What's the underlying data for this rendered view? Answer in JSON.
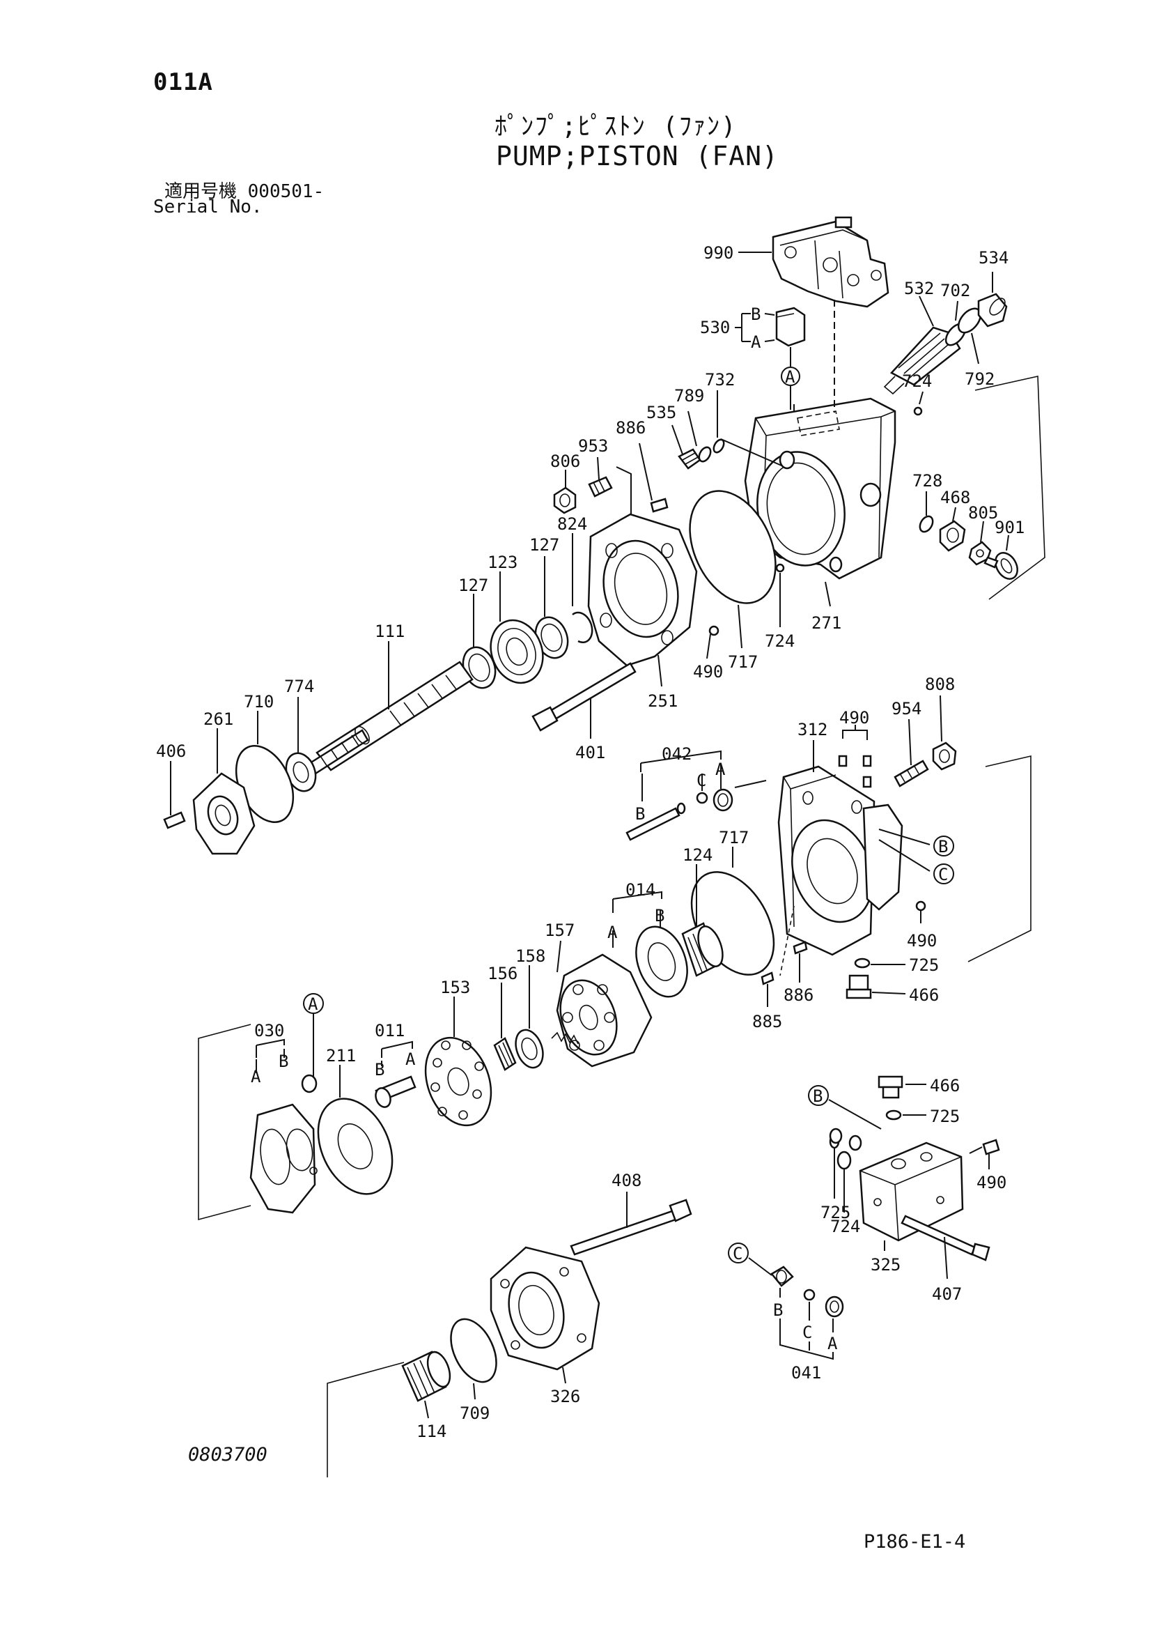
{
  "header": {
    "code": "011A",
    "title_jp": "ﾎﾟﾝﾌﾟ;ﾋﾟｽﾄﾝ (ﾌｧﾝ)",
    "title_en": "PUMP;PISTON (FAN)",
    "serial_jp": "適用号機  000501-",
    "serial_en": "Serial No."
  },
  "footer": {
    "drawing_no": "0803700",
    "page_ref": "P186-E1-4"
  },
  "labels": {
    "p990": "990",
    "p534": "534",
    "p702": "702",
    "p532": "532",
    "p530": "530",
    "p792": "792",
    "p724a": "724",
    "p732": "732",
    "p789": "789",
    "p535": "535",
    "p886a": "886",
    "p953": "953",
    "p806": "806",
    "p824": "824",
    "p728": "728",
    "p468": "468",
    "p805": "805",
    "p901": "901",
    "p127a": "127",
    "p123": "123",
    "p127b": "127",
    "p111": "111",
    "p271": "271",
    "p724b": "724",
    "p490a": "490",
    "p717a": "717",
    "p251": "251",
    "p774": "774",
    "p710": "710",
    "p261": "261",
    "p406": "406",
    "p401": "401",
    "p808": "808",
    "p954": "954",
    "p490b": "490",
    "p312": "312",
    "p042": "042",
    "p717b": "717",
    "p124": "124",
    "p490c": "490",
    "p725a": "725",
    "p466a": "466",
    "p014": "014",
    "p157": "157",
    "p158": "158",
    "p156": "156",
    "p153": "153",
    "p886b": "886",
    "p885": "885",
    "p030": "030",
    "p011": "011",
    "p211": "211",
    "p466b": "466",
    "p725b": "725",
    "p490d": "490",
    "p725c": "725",
    "p724c": "724",
    "p325": "325",
    "p408": "408",
    "p407": "407",
    "p041": "041",
    "p326": "326",
    "p709": "709",
    "p114": "114"
  },
  "letters": {
    "A": "A",
    "B": "B",
    "C": "C"
  }
}
